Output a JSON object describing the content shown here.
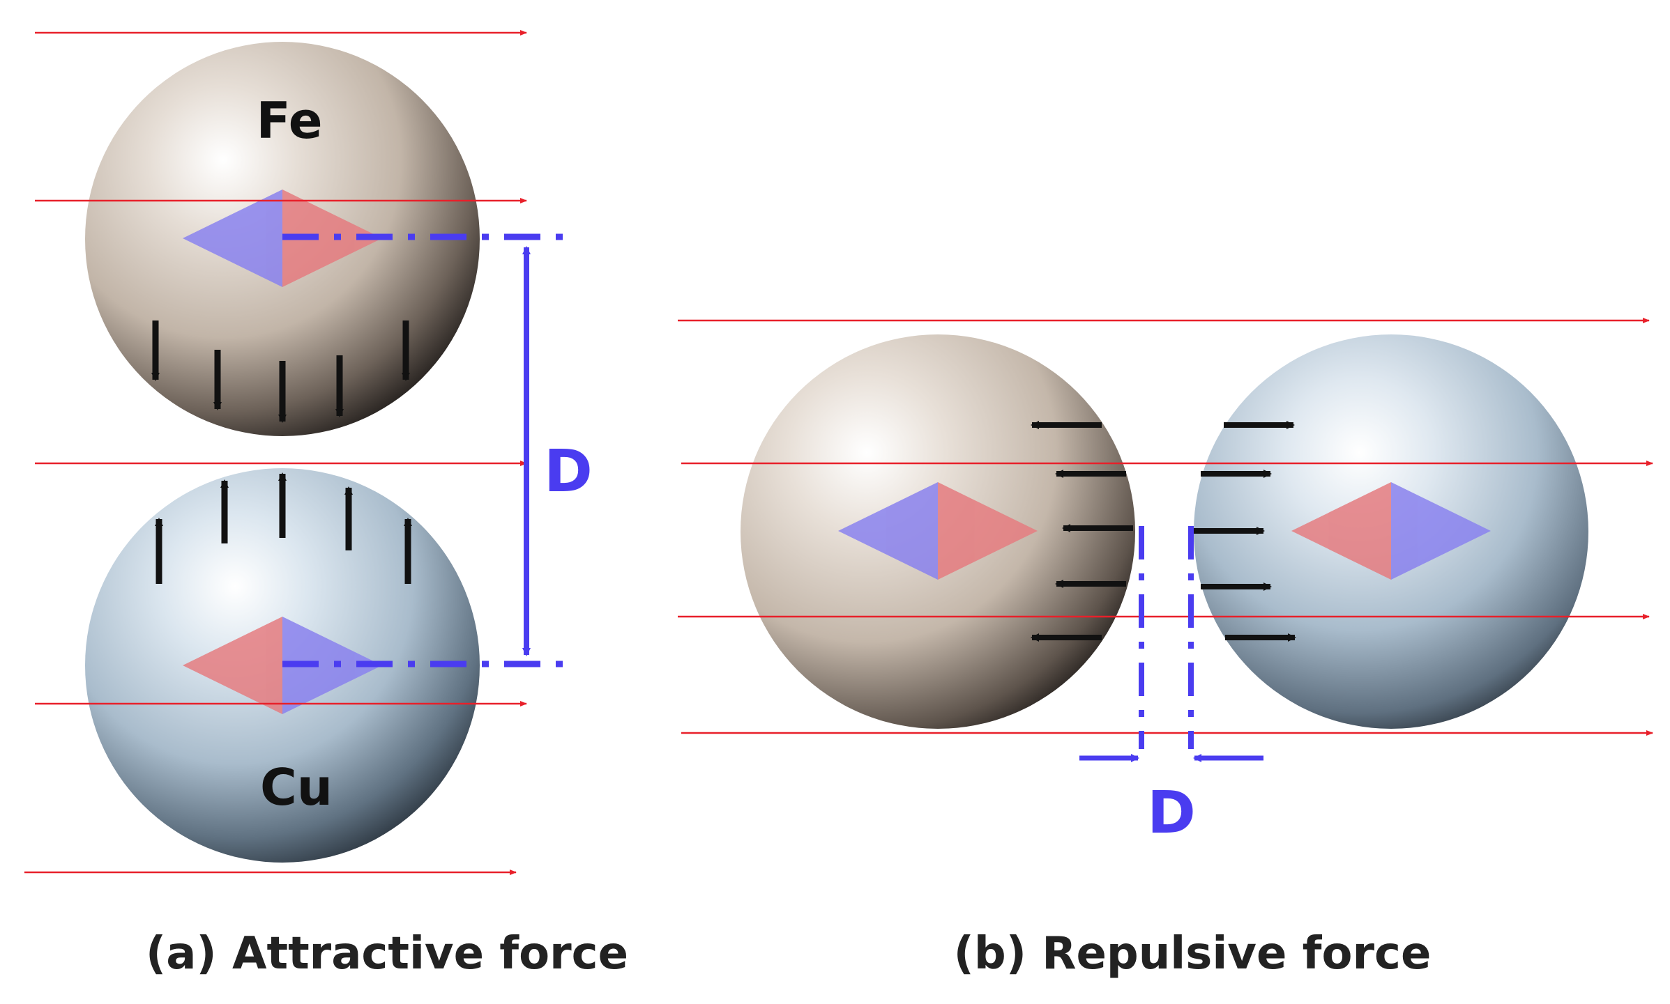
{
  "panel_a": {
    "caption": "(a) Attractive force",
    "top_sphere_label": "Fe",
    "bottom_sphere_label": "Cu",
    "distance_label": "D"
  },
  "panel_b": {
    "caption": "(b) Repulsive force",
    "distance_label": "D"
  },
  "colors": {
    "field_line": "#e8202a",
    "dimension": "#4a3cf0",
    "force_arrow": "#111111",
    "fe_sphere": "#c9bfb6",
    "cu_sphere": "#a9bccc",
    "dipole_blue": "#7f78e6",
    "dipole_red": "#e07f82"
  }
}
